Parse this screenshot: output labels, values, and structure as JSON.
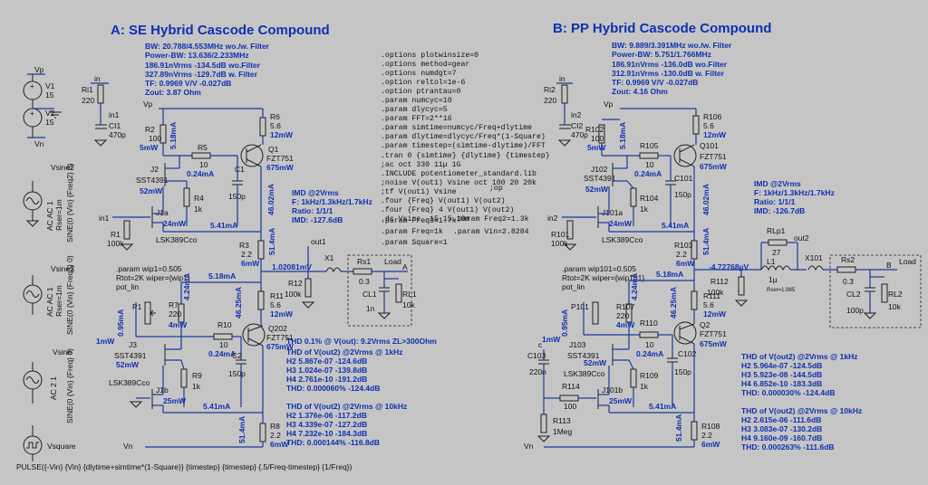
{
  "titles": {
    "a": "A: SE Hybrid Cascode Compound",
    "b": "B: PP Hybrid Cascode Compound"
  },
  "a_info": [
    "BW: 20.788/4.553MHz  wo./w. Filter",
    "Power-BW: 13.636/2.233MHz",
    "186.91nVrms  -134.5dB wo.Filter",
    "327.89nVrms  -129.7dB w. Filter",
    "TF:  0.9969 V/V  -0.027dB",
    "Zout:  3.87 Ohm"
  ],
  "b_info": [
    "BW: 9.889/3.391MHz  wo./w. Filter",
    "Power-BW: 5.751/1.766MHz",
    "186.91nVrms  -136.0dB wo.Filter",
    "312.91nVrms  -130.0dB w. Filter",
    "TF:  0.9969 V/V  -0.027dB",
    "Zout:  4.16 Ohm"
  ],
  "directives": [
    ".options plotwinsize=0",
    ".options method=gear",
    ".options numdgt=7",
    ".option reltol=1e-6",
    ".option ptrantau=0",
    ".param numcyc=10",
    ".param dlycyc=5",
    ".param FFT=2**16",
    ".param simtime=numcyc/Freq+dlytime",
    ".param dlytime=dlycyc/Freq*(1-Square)",
    ".param timestep=(simtime-dlytime)/FFT",
    ".tran 0 {simtime} {dlytime} {timestep}",
    ";ac oct 330 11µ 1G",
    ".INCLUDE potentiometer_standard.lib",
    ";noise V(out1) Vsine oct 100 20 20k",
    ";tf V(out1) Vsine",
    ".four {Freq} V(out1) V(out2)",
    ".four {Freq} 4 V(out1) V(out2)",
    ".dc Vsine -15 15 10m"
  ],
  "dir_cols": {
    "op": ";op",
    "freq2": ".param Freq2=1.3k",
    "vin": ".param Vin=2.8284"
  },
  "params_bottom": [
    ".param Freq3=1.7k",
    ".param Freq=1k",
    ".param Square=1"
  ],
  "imd_a": [
    "IMD @2Vrms",
    "F: 1kHz/1.3kHz/1.7kHz",
    "Ratio: 1/1/1",
    "IMD: -127.6dB"
  ],
  "imd_b": [
    "IMD @2Vrms",
    "F: 1kHz/1.3kHz/1.7kHz",
    "Ratio: 1/1/1",
    "IMD: -126.7dB"
  ],
  "thd_a1": [
    "THD 0.1% @ V(out):  9.2Vrms  ZL>300Ohm",
    "THD of V(out2)  @2Vrms @ 1kHz",
    "H2  5.867e-07  -124.6dB",
    "H3  1.024e-07  -139.8dB",
    "H4  2.761e-10  -191.2dB",
    "THD:  0.000060%  -124.4dB"
  ],
  "thd_a2": [
    "THD of V(out2)  @2Vrms @ 10kHz",
    "H2  1.376e-06  -117.2dB",
    "H3  4.339e-07  -127.2dB",
    "H4  7.232e-10  -184.3dB",
    "THD:  0.000144%  -116.8dB"
  ],
  "thd_b1": [
    "THD of V(out2)  @2Vrms @ 1kHz",
    "H2  5.964e-07  -124.5dB",
    "H3  5.923e-08  -144.5dB",
    "H4  6.852e-10  -183.3dB",
    "THD:  0.000030%  -124.4dB"
  ],
  "thd_b2": [
    "THD of V(out2)  @2Vrms @ 10kHz",
    "H2  2.615e-06  -111.6dB",
    "H3  3.083e-07  -130.2dB",
    "H4  9.160e-09  -160.7dB",
    "THD:  0.000263%  -111.6dB"
  ],
  "sources": {
    "v1": "V1",
    "v1v": "15",
    "v2": "V2",
    "v2v": "15",
    "vp": "Vp",
    "vn": "Vn",
    "vsine2": "Vsine2",
    "vsine3": "Vsine3",
    "vsine": "Vsine",
    "vsquare": "Vsquare",
    "ac1": "AC AC 1",
    "ac2": "AC 2 1",
    "rser": "Rser=1m",
    "sine2": "SINE(0 {Vin} {Freq2} 0)",
    "sine3": "SINE(0 {Vin} {Freq3} 0)",
    "sine1": "SINE(0 {Vin} {Freq} 0)",
    "pulse": "PULSE({-Vin} {Vin} {dlytime+simtime*(1-Square)} {timestep} {timestep} {.5/Freq-timestep} {1/Freq})"
  },
  "a_parts": {
    "ri1": "Ri1",
    "ri1v": "220",
    "in": "in",
    "in1": "in1",
    "ci1": "CI1",
    "ci1v": "470p",
    "vp": "Vp",
    "r2": "R2",
    "r2v": "100",
    "r2p": "5mW",
    "r2i": "5.18mA",
    "r5": "R5",
    "r5v": "10",
    "r5i": "0.24mA",
    "r6": "R6",
    "r6v": "5.6",
    "r6p": "12mW",
    "q1": "Q1",
    "q1t": "FZT751",
    "q1p": "675mW",
    "c1": "C1",
    "c1v": "150p",
    "j2": "J2",
    "sst": "SST4391",
    "j2p": "52mW",
    "r4": "R4",
    "r4v": "1k",
    "j1a": "J1a",
    "j1ai": "24mW",
    "lsk": "LSK389Cco",
    "i541": "5.41mA",
    "i4602": "46.02mA",
    "r1": "R1",
    "r1v": "100k",
    "r3": "R3",
    "r3v": "2.2",
    "r3p": "6mW",
    "r3i": "51.4mA",
    "out1": "out1",
    "v102": "1.02081mV",
    "x1": "X1",
    "rs1": "Rs1",
    "rs1v": "0.3",
    "load": "Load",
    "nodeA": "A",
    "cl1": "CL1",
    "cl1v": "1n",
    "rl1": "RL1",
    "rl1v": "10k",
    "r12": "R12",
    "r12v": "100k",
    "wip": ".param wip1=0.505",
    "rtot": "Rtot=2K wiper={wip1}",
    "pot": "pot_lin",
    "i518b": "5.18mA",
    "i424": "4.24mA",
    "p1": "P1",
    "r7": "R7",
    "r7v": "220",
    "r7p": "4mW",
    "i095": "0.95mA",
    "mw1": "1mW",
    "r10": "R10",
    "r10v": "10",
    "r10i": "0.24mA",
    "r11": "R11",
    "r11v": "5.6",
    "r11p": "12mW",
    "i4625": "46.25mA",
    "q202": "Q202",
    "q202t": "FZT751",
    "q202p": "675mW",
    "c2": "C2",
    "c2v": "150p",
    "j3": "J3",
    "j3t": "SST4391",
    "j3p": "52mW",
    "r9": "R9",
    "r9v": "1k",
    "lsk2": "LSK389Cco",
    "j1b": "J1b",
    "j1bp": "25mW",
    "i541b": "5.41mA",
    "i514b": "51.4mA",
    "r8": "R8",
    "r8v": "2.2",
    "r8p": "6mW",
    "vn": "Vn"
  },
  "b_parts": {
    "ri2": "Ri2",
    "ri2v": "220",
    "in": "in",
    "in2": "in2",
    "ci2": "CI2",
    "ci2v": "470p",
    "vp": "Vp",
    "r102": "R102",
    "r102v": "100",
    "r102p": "5mW",
    "r102i": "5.18mA",
    "r105": "R105",
    "r105v": "10",
    "r105i": "0.24mA",
    "r106": "R106",
    "r106v": "5.6",
    "r106p": "12mW",
    "q101": "Q101",
    "q101t": "FZT751",
    "q101p": "675mW",
    "c101": "C101",
    "c101v": "150p",
    "j102": "J102",
    "sst": "SST4391",
    "j102p": "52mW",
    "r104": "R104",
    "r104v": "1k",
    "j101a": "J101a",
    "j101ap": "24mW",
    "lsk": "LSK389Cco",
    "i541": "5.41mA",
    "i4602": "46.02mA",
    "r101": "R101",
    "r101v": "100k",
    "r103": "R103",
    "r103v": "2.2",
    "r103p": "6mW",
    "r103i": "51.4mA",
    "v472": "-4.72768µV",
    "rlp1": "RLp1",
    "rlp1v": "27",
    "l1": "L1",
    "l1v": "1µ",
    "l1s": "Rser=1.985",
    "out2": "out2",
    "x101": "X101",
    "rs2": "Rs2",
    "rs2v": "0.3",
    "load": "Load",
    "nodeB": "B",
    "cl2": "CL2",
    "cl2v": "100p",
    "rl2": "RL2",
    "rl2v": "10k",
    "r112": "R112",
    "r112v": "100k",
    "wip": ".param wip101=0.505",
    "rtot": "Rtot=2K wiper={wip101}",
    "pot": "pot_lin",
    "i518b": "5.18mA",
    "i424": "4.24mA",
    "p101": "P101",
    "r107": "R107",
    "r107v": "220",
    "r107p": "4mW",
    "i095": "0.95mA",
    "mw1": "1mW",
    "r110": "R110",
    "r110v": "10",
    "r110i": "0.24mA",
    "r111": "R111",
    "r111v": "5.6",
    "r111p": "12mW",
    "i4625": "46.25mA",
    "q2": "Q2",
    "q2t": "FZT751",
    "q2p": "675mW",
    "c102": "C102",
    "c102v": "150p",
    "j103": "J103",
    "j103t": "SST4391",
    "j103p": "52mW",
    "r109": "R109",
    "r109v": "1k",
    "lsk2": "LSK389Cco",
    "j101b": "J101b",
    "j101bp": "25mW",
    "c103": "C103",
    "c103v": "220n",
    "c": "c",
    "r114": "R114",
    "r114v": "100",
    "r113": "R113",
    "r113v": "1Meg",
    "i541b": "5.41mA",
    "i514b": "51.4mA",
    "r108": "R108",
    "r108v": "2.2",
    "r108p": "6mW",
    "vn": "Vn"
  }
}
